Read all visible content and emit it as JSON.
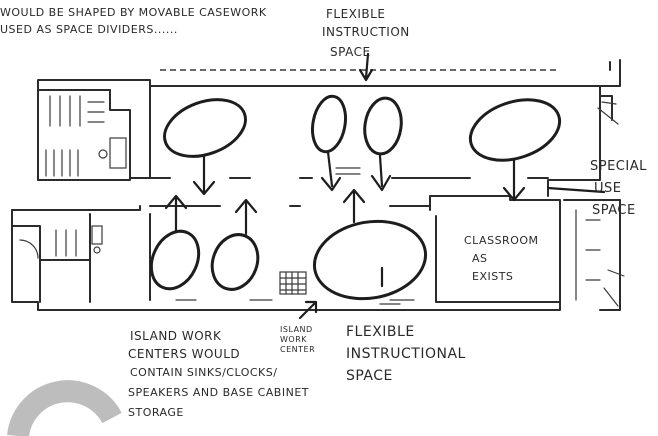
{
  "notes": {
    "top_left_line1": "WOULD BE SHAPED BY MOVABLE CASEWORK",
    "top_left_line2": "USED AS SPACE DIVIDERS......"
  },
  "labels": {
    "flexible_top": [
      "FLEXIBLE",
      "INSTRUCTION",
      "SPACE"
    ],
    "special_use": [
      "SPECIAL",
      "USE",
      "SPACE"
    ],
    "classroom": [
      "CLASSROOM",
      "AS",
      "EXISTS"
    ],
    "island_centers": [
      "ISLAND WORK",
      "CENTERS WOULD",
      "CONTAIN SINKS/CLOCKS/",
      "SPEAKERS AND BASE CABINET",
      "STORAGE"
    ],
    "island_center_small": [
      "ISLAND",
      "WORK",
      "CENTER"
    ],
    "flexible_bottom": [
      "FLEXIBLE",
      "INSTRUCTIONAL",
      "SPACE"
    ]
  }
}
